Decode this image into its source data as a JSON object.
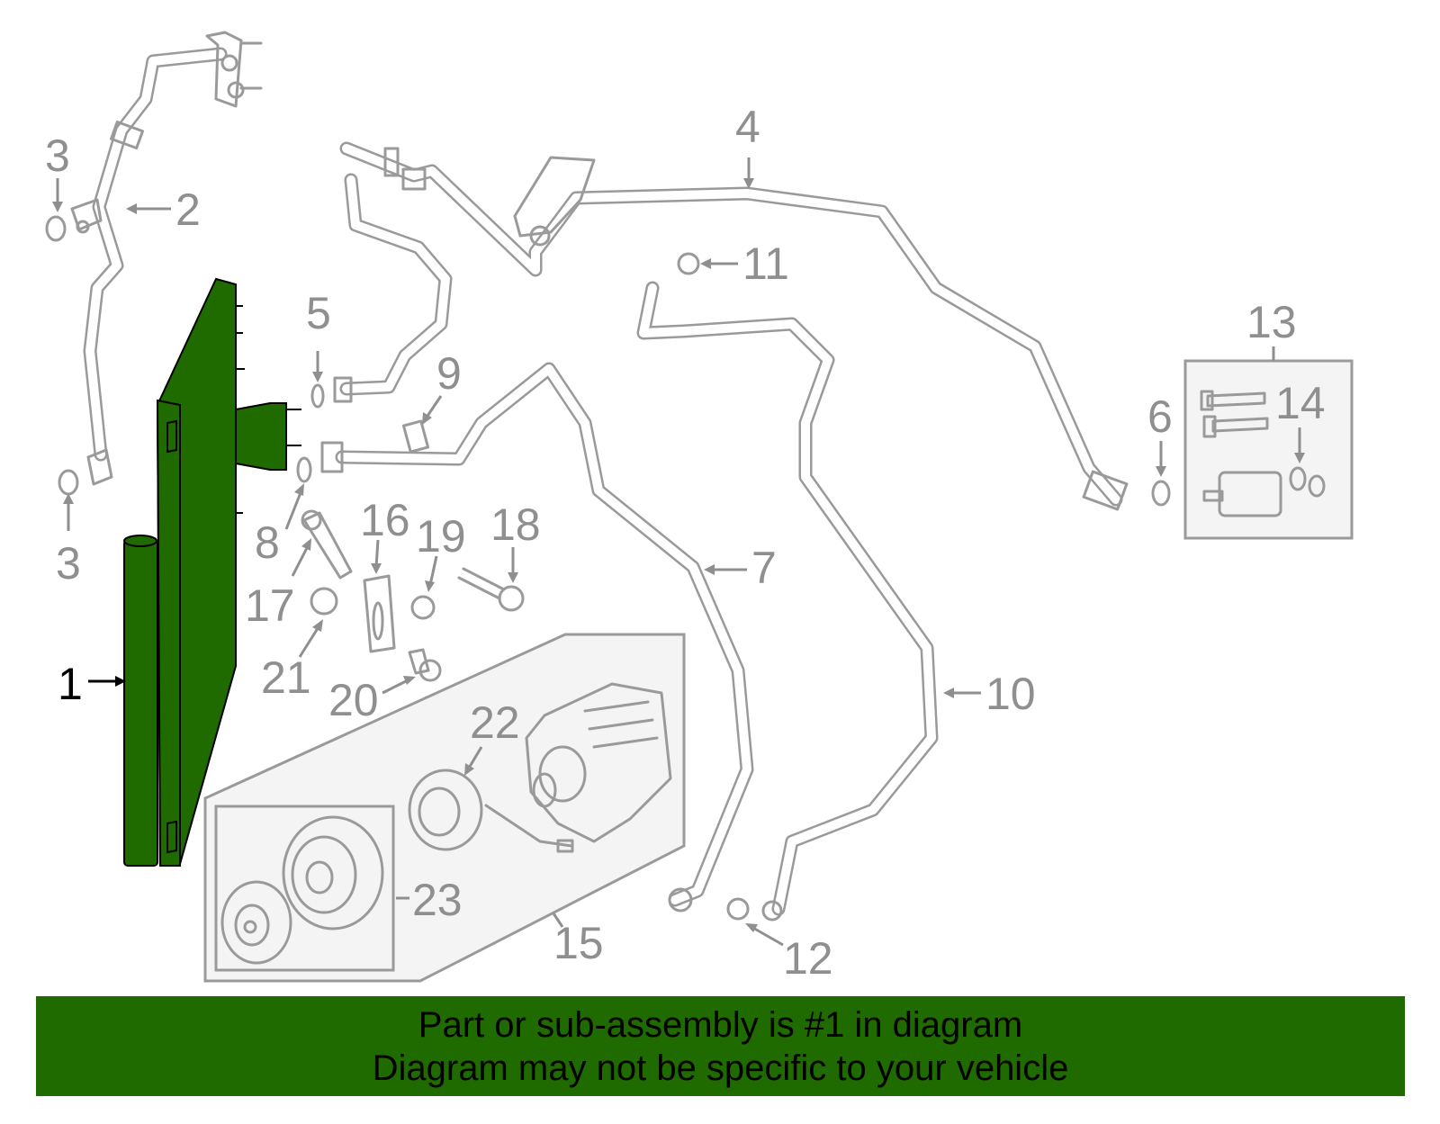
{
  "banner": {
    "line1": "Part or sub-assembly is #1 in diagram",
    "line2": "Diagram may not be specific to your vehicle",
    "background_color": "#1f6b00"
  },
  "highlight_color": "#1f6b00",
  "callouts": {
    "c1": "1",
    "c2": "2",
    "c3a": "3",
    "c3b": "3",
    "c4": "4",
    "c5": "5",
    "c6": "6",
    "c7": "7",
    "c8": "8",
    "c9": "9",
    "c10": "10",
    "c11": "11",
    "c12": "12",
    "c13": "13",
    "c14": "14",
    "c15": "15",
    "c16": "16",
    "c17": "17",
    "c18": "18",
    "c19": "19",
    "c20": "20",
    "c21": "21",
    "c22": "22",
    "c23": "23"
  }
}
